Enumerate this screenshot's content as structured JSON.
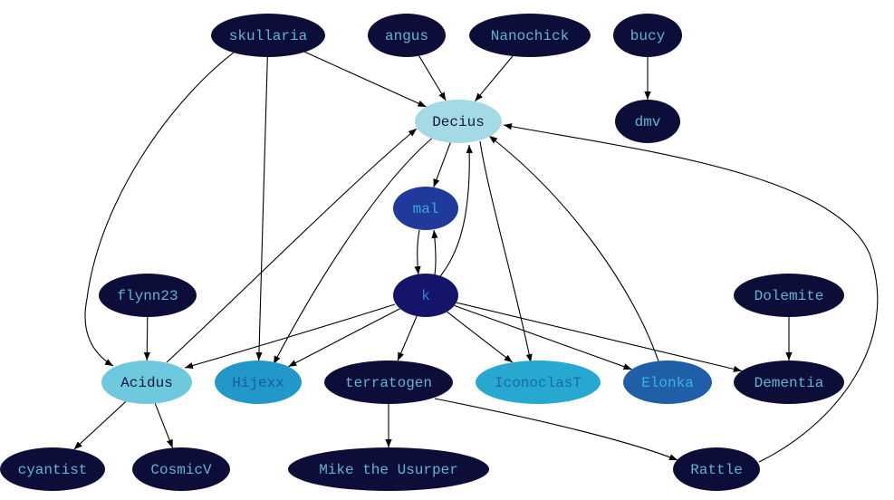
{
  "colors": {
    "background": "#ffffff",
    "edge": "#000000",
    "dark_node": "#0d0d3a",
    "dark_text": "#5fb5d0"
  },
  "nodes": [
    {
      "id": "skullaria",
      "label": "skullaria",
      "fill": "#0d0d3a",
      "text": "#5fb5d0"
    },
    {
      "id": "angus",
      "label": "angus",
      "fill": "#0d0d3a",
      "text": "#5fb5d0"
    },
    {
      "id": "nanochick",
      "label": "Nanochick",
      "fill": "#0d0d3a",
      "text": "#5fb5d0"
    },
    {
      "id": "bucy",
      "label": "bucy",
      "fill": "#0d0d3a",
      "text": "#5fb5d0"
    },
    {
      "id": "decius",
      "label": "Decius",
      "fill": "#a3dae6",
      "text": "#1a1a3a"
    },
    {
      "id": "dmv",
      "label": "dmv",
      "fill": "#0d0d3a",
      "text": "#5fb5d0"
    },
    {
      "id": "mal",
      "label": "mal",
      "fill": "#1f3a9a",
      "text": "#3fa8d8"
    },
    {
      "id": "k",
      "label": "k",
      "fill": "#14146b",
      "text": "#3f7fd0"
    },
    {
      "id": "flynn23",
      "label": "flynn23",
      "fill": "#0d0d3a",
      "text": "#5fb5d0"
    },
    {
      "id": "dolemite",
      "label": "Dolemite",
      "fill": "#0d0d3a",
      "text": "#5fb5d0"
    },
    {
      "id": "acidus",
      "label": "Acidus",
      "fill": "#6ec8de",
      "text": "#1a1a3a"
    },
    {
      "id": "hijexx",
      "label": "Hijexx",
      "fill": "#2198c8",
      "text": "#1a5aa0"
    },
    {
      "id": "terratogen",
      "label": "terratogen",
      "fill": "#0d0d3a",
      "text": "#5fb5d0"
    },
    {
      "id": "iconoclast",
      "label": "IconoclasT",
      "fill": "#27a8d0",
      "text": "#1a6aaa"
    },
    {
      "id": "elonka",
      "label": "Elonka",
      "fill": "#1f5fa8",
      "text": "#3fb0e0"
    },
    {
      "id": "dementia",
      "label": "Dementia",
      "fill": "#0d0d3a",
      "text": "#5fb5d0"
    },
    {
      "id": "cyantist",
      "label": "cyantist",
      "fill": "#0d0d3a",
      "text": "#5fb5d0"
    },
    {
      "id": "cosmicv",
      "label": "CosmicV",
      "fill": "#0d0d3a",
      "text": "#5fb5d0"
    },
    {
      "id": "mike",
      "label": "Mike the Usurper",
      "fill": "#0d0d3a",
      "text": "#5fb5d0"
    },
    {
      "id": "rattle",
      "label": "Rattle",
      "fill": "#0d0d3a",
      "text": "#5fb5d0"
    }
  ],
  "edges": [
    {
      "from": "skullaria",
      "to": "decius"
    },
    {
      "from": "skullaria",
      "to": "hijexx"
    },
    {
      "from": "skullaria",
      "to": "acidus"
    },
    {
      "from": "angus",
      "to": "decius"
    },
    {
      "from": "nanochick",
      "to": "decius"
    },
    {
      "from": "bucy",
      "to": "dmv"
    },
    {
      "from": "decius",
      "to": "mal"
    },
    {
      "from": "decius",
      "to": "hijexx"
    },
    {
      "from": "decius",
      "to": "iconoclast"
    },
    {
      "from": "mal",
      "to": "k"
    },
    {
      "from": "k",
      "to": "mal"
    },
    {
      "from": "k",
      "to": "decius"
    },
    {
      "from": "k",
      "to": "acidus"
    },
    {
      "from": "k",
      "to": "hijexx"
    },
    {
      "from": "k",
      "to": "terratogen"
    },
    {
      "from": "k",
      "to": "iconoclast"
    },
    {
      "from": "k",
      "to": "elonka"
    },
    {
      "from": "k",
      "to": "dementia"
    },
    {
      "from": "acidus",
      "to": "decius"
    },
    {
      "from": "elonka",
      "to": "decius"
    },
    {
      "from": "rattle",
      "to": "decius"
    },
    {
      "from": "flynn23",
      "to": "acidus"
    },
    {
      "from": "dolemite",
      "to": "dementia"
    },
    {
      "from": "acidus",
      "to": "cyantist"
    },
    {
      "from": "acidus",
      "to": "cosmicv"
    },
    {
      "from": "terratogen",
      "to": "mike"
    },
    {
      "from": "terratogen",
      "to": "rattle"
    }
  ]
}
